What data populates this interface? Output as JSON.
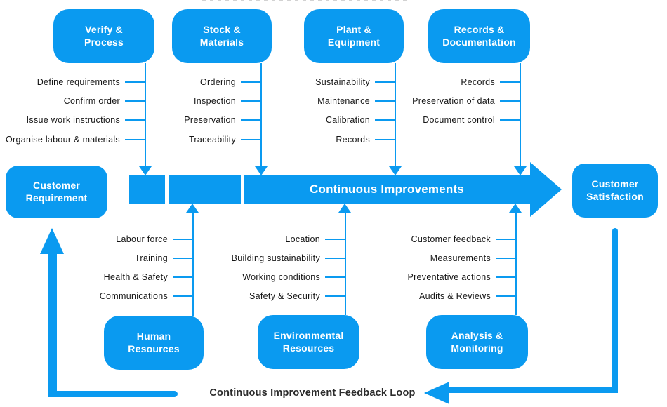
{
  "colors": {
    "accent": "#0a9af0",
    "item_text": "#161616",
    "feedback_text": "#2b2b2b"
  },
  "main_arrow": {
    "label": "Continuous Improvements"
  },
  "feedback": {
    "label": "Continuous Improvement Feedback Loop"
  },
  "nodes": {
    "customer_requirement": "Customer\nRequirement",
    "customer_satisfaction": "Customer\nSatisfaction"
  },
  "groups_top": [
    {
      "box": "Verify &\nProcess",
      "items": [
        "Define requirements",
        "Confirm order",
        "Issue work instructions",
        "Organise labour & materials"
      ]
    },
    {
      "box": "Stock &\nMaterials",
      "items": [
        "Ordering",
        "Inspection",
        "Preservation",
        "Traceability"
      ]
    },
    {
      "box": "Plant &\nEquipment",
      "items": [
        "Sustainability",
        "Maintenance",
        "Calibration",
        "Records"
      ]
    },
    {
      "box": "Records &\nDocumentation",
      "items": [
        "Records",
        "Preservation of data",
        "Document control"
      ]
    }
  ],
  "groups_bottom": [
    {
      "box": "Human\nResources",
      "items": [
        "Labour force",
        "Training",
        "Health & Safety",
        "Communications"
      ]
    },
    {
      "box": "Environmental\nResources",
      "items": [
        "Location",
        "Building sustainability",
        "Working conditions",
        "Safety & Security"
      ]
    },
    {
      "box": "Analysis &\nMonitoring",
      "items": [
        "Customer feedback",
        "Measurements",
        "Preventative actions",
        "Audits & Reviews"
      ]
    }
  ]
}
